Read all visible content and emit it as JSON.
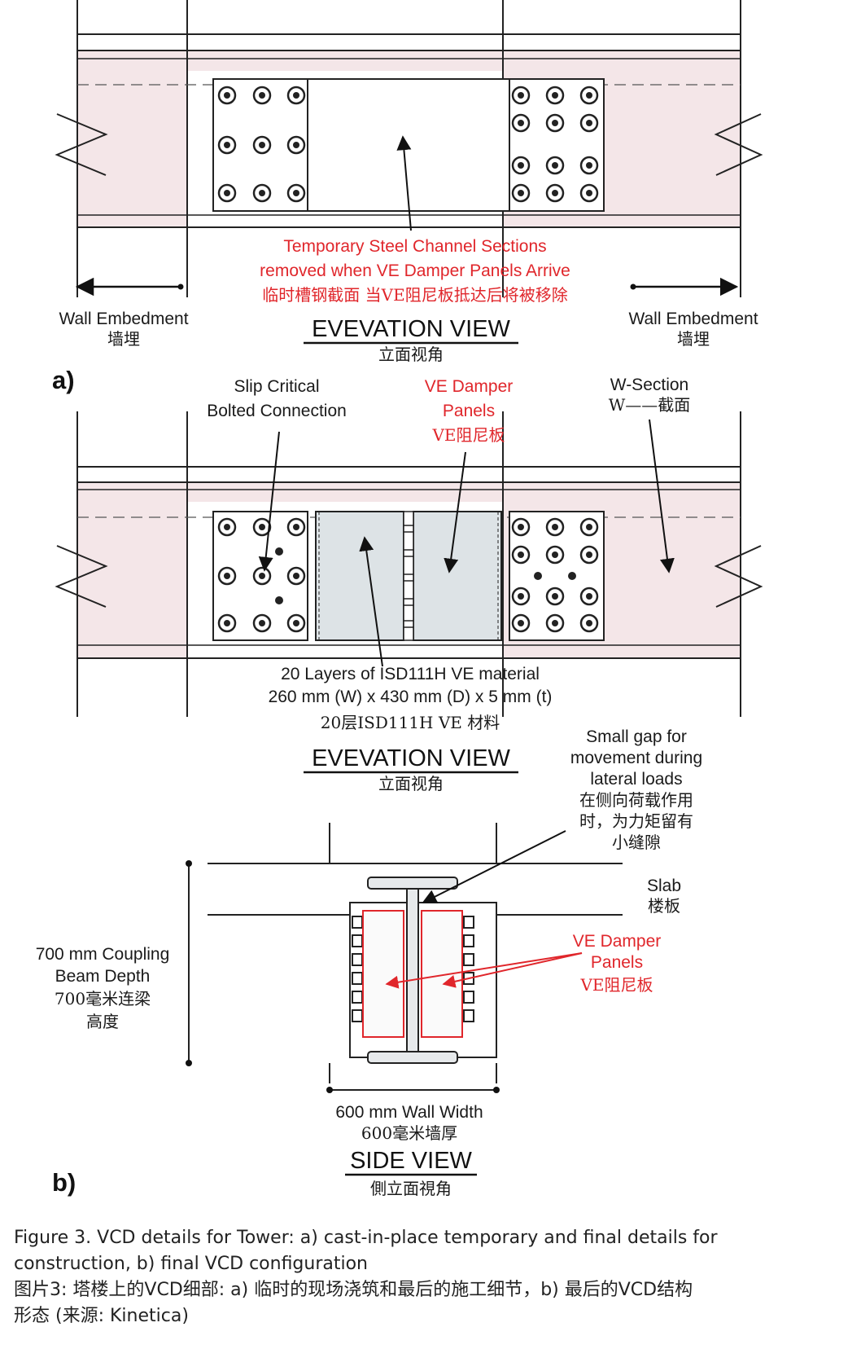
{
  "panel_a": {
    "tag": "a)",
    "channel_note": [
      "Temporary Steel Channel Sections",
      "removed when VE Damper Panels Arrive",
      "临时槽钢截面 当VE阻尼板抵达后将被移除"
    ],
    "wall_left": [
      "Wall Embedment",
      "墙埋"
    ],
    "wall_right": [
      "Wall Embedment",
      "墙埋"
    ],
    "view_title": "EVEVATION VIEW",
    "view_title_zh": "立面视角"
  },
  "panel_b_elevation": {
    "slip_label": [
      "Slip Critical",
      "Bolted Connection"
    ],
    "damper_label": [
      "VE Damper",
      "Panels",
      "VE阻尼板"
    ],
    "wsection_label": [
      "W-Section",
      "W——截面"
    ],
    "layers_label": [
      "20 Layers of ISD111H VE material",
      "260 mm (W) x 430 mm (D) x 5 mm (t)",
      "20层ISD111H VE 材料"
    ],
    "view_title": "EVEVATION VIEW",
    "view_title_zh": "立面视角"
  },
  "panel_b_side": {
    "tag": "b)",
    "gap_label": [
      "Small gap for",
      "movement during",
      "lateral loads",
      "在侧向荷载作用",
      "时，为力矩留有",
      "小缝隙"
    ],
    "slab_label": [
      "Slab",
      "楼板"
    ],
    "depth_label": [
      "700 mm  Coupling",
      "Beam Depth",
      "700毫米连梁",
      "高度"
    ],
    "damper_label": [
      "VE Damper",
      "Panels",
      "VE阻尼板"
    ],
    "width_label": [
      "600 mm  Wall Width",
      "600毫米墙厚"
    ],
    "view_title": "SIDE VIEW",
    "view_title_zh": "側立面視角"
  },
  "caption": {
    "en_line1": "Figure 3. VCD details for Tower: a) cast-in-place temporary and final details for",
    "en_line2": "construction, b) final VCD configuration",
    "zh_line1": "图片3: 塔楼上的VCD细部: a) 临时的现场浇筑和最后的施工细节，b) 最后的VCD结构",
    "zh_line2": "形态 (来源: Kinetica)"
  },
  "colors": {
    "wall_fill": "#f4e6e8",
    "red": "#e0262b",
    "steel_fill": "#dde3e6",
    "line": "#222222"
  }
}
